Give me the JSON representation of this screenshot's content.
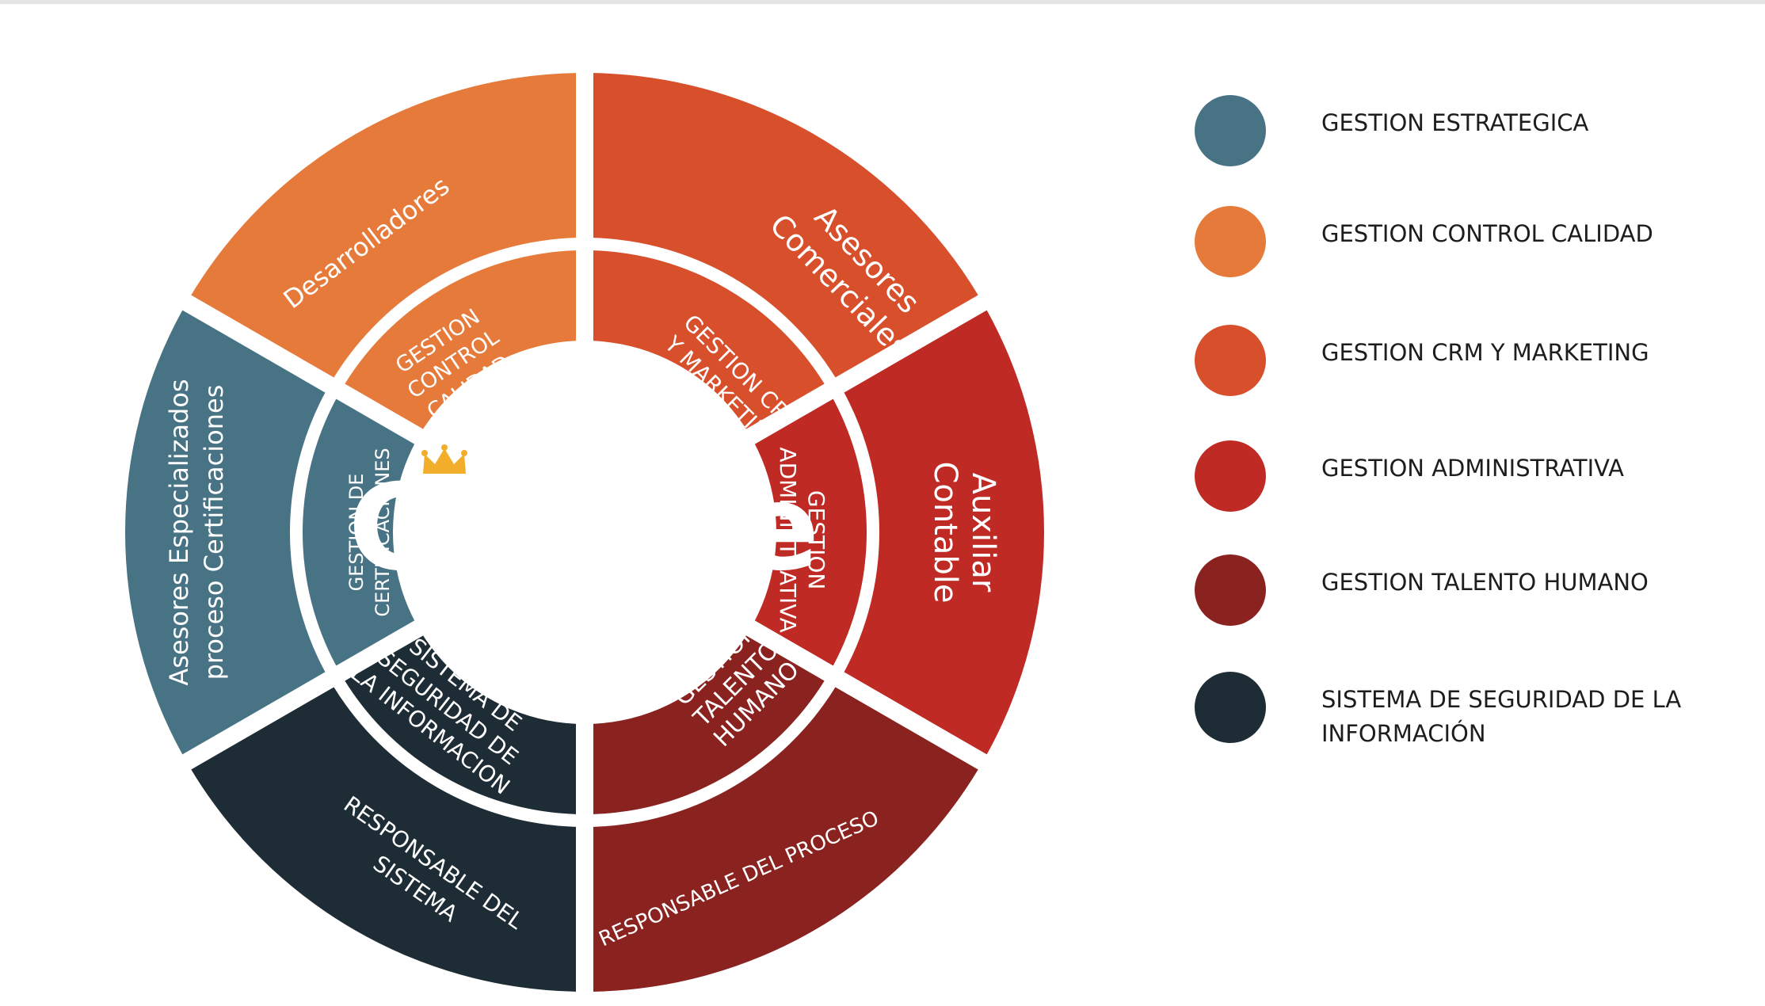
{
  "center": {
    "logo_text": "Cliente",
    "logo_color": "#4a9fd8",
    "crown_color": "#f2ad2b"
  },
  "segments": [
    {
      "key": "crm",
      "color": "#d84f2c",
      "inner_lines": [
        "GESTION  CRM",
        "Y MARKETING"
      ],
      "outer_lines": [
        "Asesores",
        "Comerciales"
      ]
    },
    {
      "key": "admin",
      "color": "#c02a25",
      "inner_lines": [
        "GESTION",
        "ADMINISTRATIVA"
      ],
      "outer_lines": [
        "Auxiliar",
        "Contable"
      ]
    },
    {
      "key": "talento",
      "color": "#8a2320",
      "inner_lines": [
        "GESTION",
        "TALENTO",
        "HUMANO"
      ],
      "outer_lines": [
        "RESPONSABLE DEL PROCESO"
      ]
    },
    {
      "key": "seguridad",
      "color": "#1e2d35",
      "inner_lines": [
        "SISTEMA DE",
        "SEGURIDAD DE",
        "LA INFORMACION"
      ],
      "outer_lines": [
        "RESPONSABLE DEL",
        "SISTEMA"
      ]
    },
    {
      "key": "certificaciones",
      "color": "#487385",
      "inner_lines": [
        "GESTION DE",
        "CERTIFICACIONES"
      ],
      "outer_lines": [
        "Asesores Especializados",
        "proceso Certificaciones"
      ]
    },
    {
      "key": "calidad",
      "color": "#e67a3a",
      "inner_lines": [
        "GESTION",
        "CONTROL",
        "CALIDAD"
      ],
      "outer_lines": [
        "Desarrolladores"
      ]
    }
  ],
  "legend": [
    {
      "label": "GESTION ESTRATEGICA",
      "color": "#487385"
    },
    {
      "label": "GESTION CONTROL CALIDAD",
      "color": "#e67a3a"
    },
    {
      "label": "GESTION CRM Y MARKETING",
      "color": "#d84f2c"
    },
    {
      "label": "GESTION ADMINISTRATIVA",
      "color": "#c02a25"
    },
    {
      "label": "GESTION TALENTO HUMANO",
      "color": "#8a2320"
    },
    {
      "label": "SISTEMA DE SEGURIDAD DE LA INFORMACIÓN",
      "color": "#1e2d35"
    }
  ]
}
